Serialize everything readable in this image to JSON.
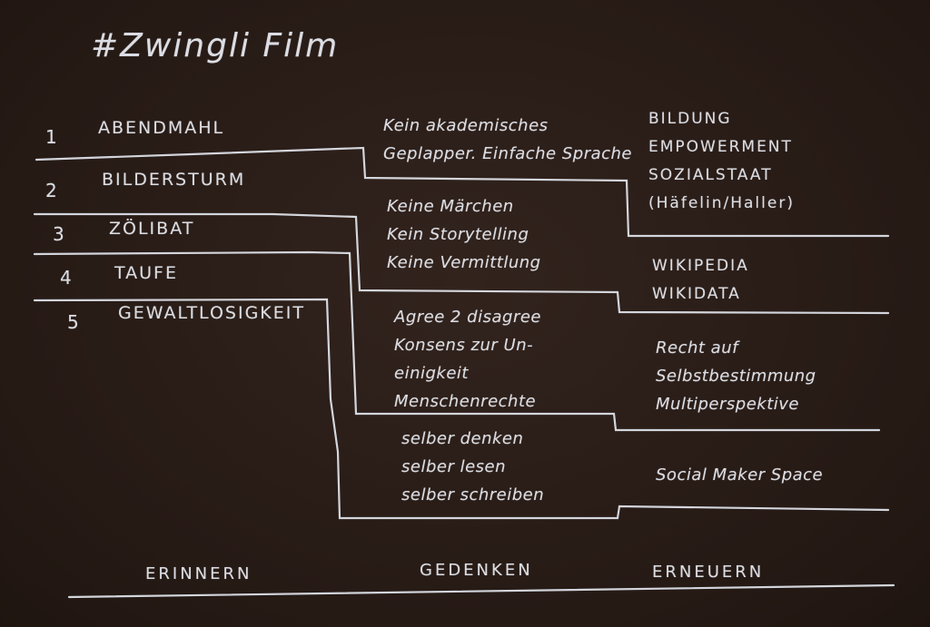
{
  "title": "#Zwingli Film",
  "items": [
    {
      "number": "1",
      "label": "ABENDMAHL"
    },
    {
      "number": "2",
      "label": "BILDERSTURM"
    },
    {
      "number": "3",
      "label": "ZÖLIBAT"
    },
    {
      "number": "4",
      "label": "TAUFE"
    },
    {
      "number": "5",
      "label": "GEWALTLOSIGKEIT"
    }
  ],
  "gedenken": [
    [
      "Kein akademisches",
      "Geplapper. Einfache Sprache"
    ],
    [
      "Keine Märchen",
      "Kein Storytelling",
      "Keine Vermittlung"
    ],
    [
      "Agree 2 disagree",
      "Konsens zur Un-",
      "einigkeit",
      "Menschenrechte"
    ],
    [
      "selber denken",
      "selber lesen",
      "selber schreiben"
    ]
  ],
  "erneuern": [
    [
      "BILDUNG",
      "EMPOWERMENT",
      "SOZIALSTAAT",
      "(Häfelin/Haller)"
    ],
    [
      "WIKIPEDIA",
      "WIKIDATA"
    ],
    [
      "Recht auf",
      "Selbstbestimmung",
      "Multiperspektive"
    ],
    [
      "Social Maker Space"
    ]
  ],
  "footer": {
    "erinnern": "ERINNERN",
    "gedenken": "GEDENKEN",
    "erneuern": "ERNEUERN"
  }
}
